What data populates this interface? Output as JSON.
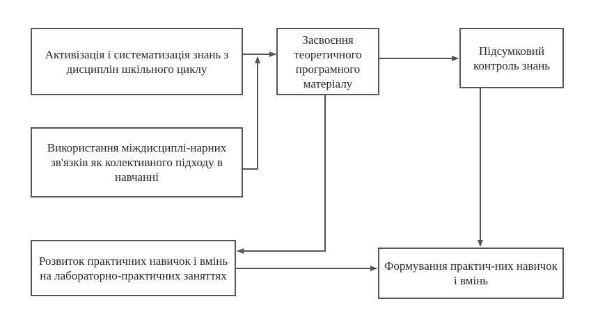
{
  "boxes": {
    "activation": "Активізація і систематизація знань з дисциплін шкільного циклу",
    "mastery": "Засвоєння теоретичного програмного матеріалу",
    "control": "Підсумковий контроль знань",
    "interdisciplinary": "Використання міждисциплі-нарних зв'язків як колективного підходу в навчанні",
    "development": "Розвиток практичних навичок і вмінь на лабораторно-практичних заняттях",
    "formation": "Формування практич-них навичок і вмінь"
  },
  "colors": {
    "line": "#555555",
    "text": "#2a2a2a"
  }
}
